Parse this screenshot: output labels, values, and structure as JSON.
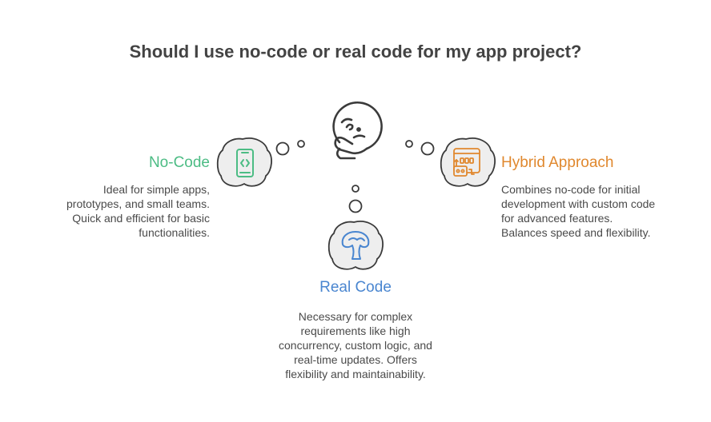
{
  "title": "Should I use no-code or real code for my app project?",
  "colors": {
    "nocode": "#4cbc84",
    "realcode": "#4a86d0",
    "hybrid": "#e0882e",
    "outline": "#3a3a3a",
    "cloud_fill": "#eeeeee"
  },
  "center": {
    "icon": "thinking-face-icon"
  },
  "options": {
    "nocode": {
      "label": "No-Code",
      "description": "Ideal for simple apps,\nprototypes, and small teams.\nQuick and efficient for basic\nfunctionalities.",
      "icon": "mobile-code-icon"
    },
    "realcode": {
      "label": "Real Code",
      "description": "Necessary for complex\nrequirements like high\nconcurrency, custom logic, and\nreal-time updates. Offers\nflexibility and maintainability.",
      "icon": "brain-icon"
    },
    "hybrid": {
      "label": "Hybrid Approach",
      "description": "Combines no-code for initial\ndevelopment with custom code\nfor advanced features.\nBalances speed and flexibility.",
      "icon": "dashboard-window-icon"
    }
  }
}
